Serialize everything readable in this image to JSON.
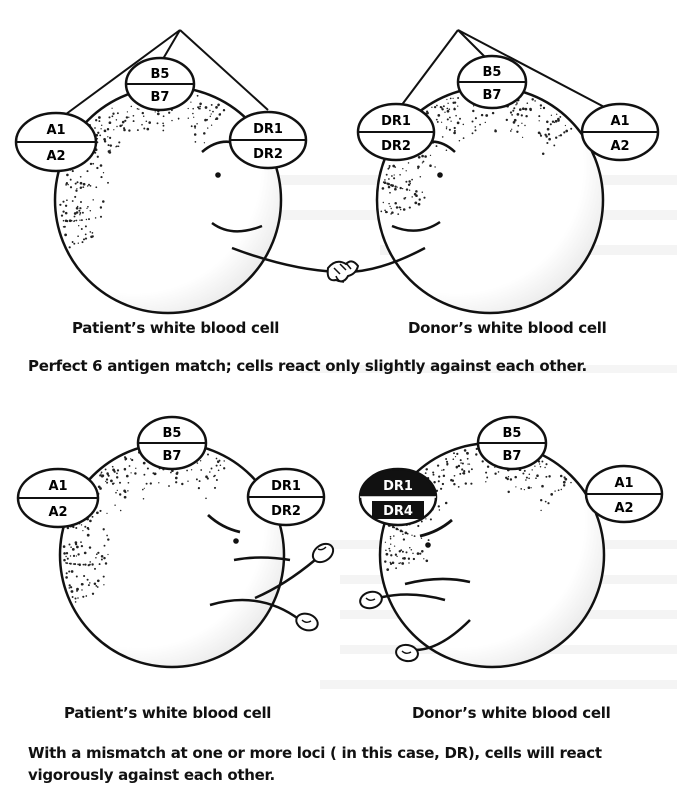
{
  "panels": [
    {
      "patient_label": "Patient’s white blood cell",
      "donor_label": "Donor’s white blood cell",
      "caption": "Perfect 6 antigen match; cells react only slightly against each other.",
      "patient_antigens": {
        "a": [
          "A1",
          "A2"
        ],
        "b": [
          "B5",
          "B7"
        ],
        "dr": [
          "DR1",
          "DR2"
        ]
      },
      "donor_antigens": {
        "dr": [
          "DR1",
          "DR2"
        ],
        "b": [
          "B5",
          "B7"
        ],
        "a": [
          "A1",
          "A2"
        ]
      }
    },
    {
      "patient_label": "Patient’s white blood cell",
      "donor_label": "Donor’s white blood cell",
      "caption": "With a mismatch at one or more loci ( in this case, DR), cells will react vigorously against each other.",
      "patient_antigens": {
        "a": [
          "A1",
          "A2"
        ],
        "b": [
          "B5",
          "B7"
        ],
        "dr": [
          "DR1",
          "DR2"
        ]
      },
      "donor_antigens": {
        "dr": [
          "DR1",
          "DR4"
        ],
        "b": [
          "B5",
          "B7"
        ],
        "a": [
          "A1",
          "A2"
        ]
      },
      "mismatched_antigen": "DR4"
    }
  ],
  "colors": {
    "ink": "#111111",
    "mismatch_fill": "#111111",
    "paper": "#ffffff"
  }
}
